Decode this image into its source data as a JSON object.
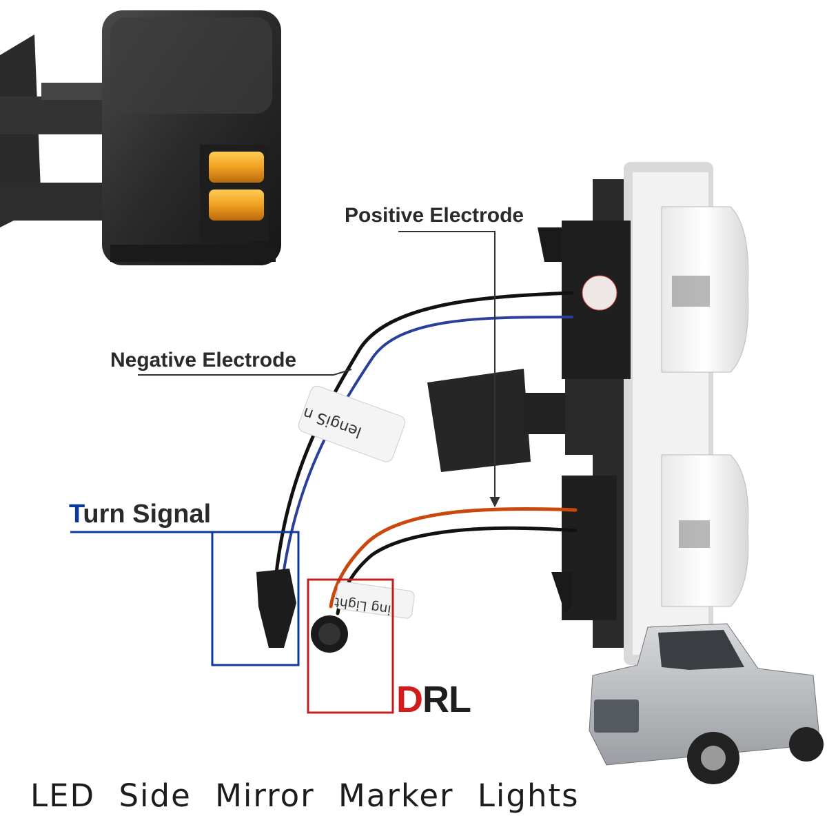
{
  "labels": {
    "positive": "Positive Electrode",
    "negative": "Negative Electrode",
    "turn_first": "T",
    "turn_rest": "urn Signal",
    "drl_first": "D",
    "drl_rest": "RL"
  },
  "wire_tags": {
    "turn_tag": "lengiS n",
    "drl_tag": "ing Light"
  },
  "caption": "LED Side Mirror Marker Lights",
  "colors": {
    "turn_accent": "#0b3a9c",
    "drl_accent": "#d21b1b",
    "amber_led": "#f0a020",
    "truck_silver": "#b9bcc0"
  },
  "icons": [
    "mirror-icon",
    "marker-light-housing-icon",
    "pickup-truck-icon"
  ]
}
